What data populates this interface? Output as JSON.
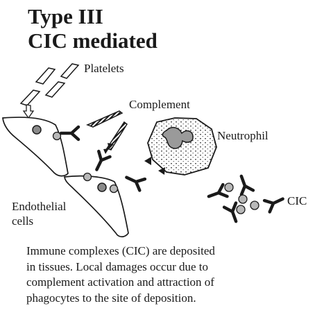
{
  "title": {
    "line1": "Type III",
    "line2": "CIC mediated"
  },
  "labels": {
    "platelets": "Platelets",
    "complement": "Complement",
    "neutrophil": "Neutrophil",
    "endothelial_line1": "Endothelial",
    "endothelial_line2": "cells",
    "cic": "CIC"
  },
  "caption": {
    "line1": "Immune complexes (CIC) are deposited",
    "line2": "in tissues. Local damages occur  due to",
    "line3": "complement activation and attraction of",
    "line4": "phagocytes to the site of deposition."
  },
  "colors": {
    "ink": "#1a1a1a",
    "grey_fill": "#b8b8b8",
    "nucleus_fill": "#8a8a8a"
  },
  "icons": [
    "platelet-icon",
    "complement-icon",
    "antibody-icon",
    "antigen-icon",
    "neutrophil-icon",
    "endothelial-cell-icon",
    "arrow-icon"
  ]
}
